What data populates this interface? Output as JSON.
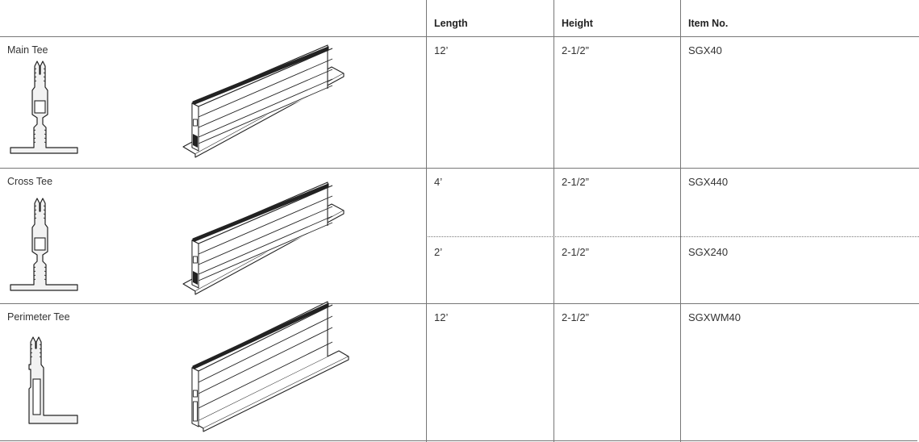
{
  "table": {
    "headers": {
      "product": "",
      "length": "Length",
      "height": "Height",
      "item_no": "Item No."
    },
    "rows": [
      {
        "name": "Main Tee",
        "variants": [
          {
            "length": "12’",
            "height": "2-1/2”",
            "item_no": "SGX40"
          }
        ],
        "profile_icon": "main-tee-profile-icon",
        "iso_icon": "main-tee-isometric-icon"
      },
      {
        "name": "Cross Tee",
        "variants": [
          {
            "length": "4’",
            "height": "2-1/2”",
            "item_no": "SGX440"
          },
          {
            "length": "2’",
            "height": "2-1/2”",
            "item_no": "SGX240"
          }
        ],
        "profile_icon": "cross-tee-profile-icon",
        "iso_icon": "cross-tee-isometric-icon"
      },
      {
        "name": "Perimeter Tee",
        "variants": [
          {
            "length": "12’",
            "height": "2-1/2”",
            "item_no": "SGXWM40"
          }
        ],
        "profile_icon": "perimeter-tee-profile-icon",
        "iso_icon": "perimeter-tee-isometric-icon"
      }
    ]
  },
  "colors": {
    "rule": "#777777",
    "text": "#333333",
    "profile_fill": "#f0f0f0",
    "strip": "#222222"
  }
}
